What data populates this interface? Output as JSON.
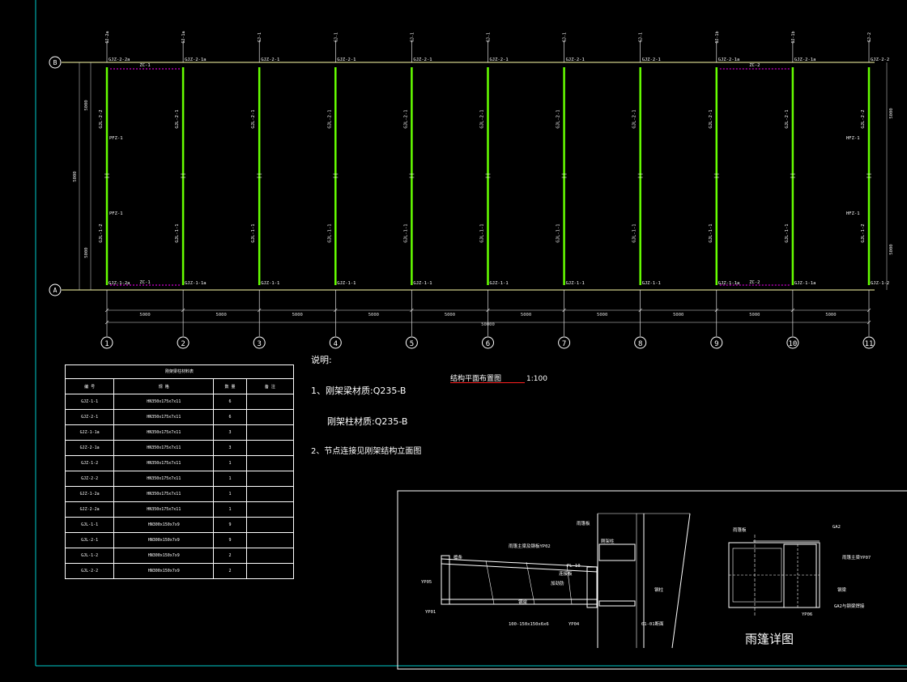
{
  "drawing": {
    "axis_rows": [
      "B",
      "A"
    ],
    "axis_cols": [
      "1",
      "2",
      "3",
      "4",
      "5",
      "6",
      "7",
      "8",
      "9",
      "10",
      "11"
    ],
    "top_col_labels": [
      "GJ-2a",
      "GJ-1a",
      "GJ-1",
      "GJ-1",
      "GJ-1",
      "GJ-1",
      "GJ-1",
      "GJ-1",
      "GJ-1b",
      "GJ-1b",
      "GJ-2"
    ],
    "top_beams": [
      "GJZ-2-2a",
      "GJZ-2-1a",
      "GJZ-2-1",
      "GJZ-2-1",
      "GJZ-2-1",
      "GJZ-2-1",
      "GJZ-2-1",
      "GJZ-2-1",
      "GJZ-2-1a",
      "GJZ-2-1a",
      "GJZ-2-2"
    ],
    "bottom_beams": [
      "GJZ-1-2a",
      "GJZ-1-1a",
      "GJZ-1-1",
      "GJZ-1-1",
      "GJZ-1-1",
      "GJZ-1-1",
      "GJZ-1-1",
      "GJZ-1-1",
      "GJZ-1-1a",
      "GJZ-1-1a",
      "GJZ-1-2"
    ],
    "upper_col_labels": [
      "GJL-2-2",
      "GJL-2-1",
      "GJL-2-1",
      "GJL-2-1",
      "GJL-2-1",
      "GJL-2-1",
      "GJL-2-1",
      "GJL-2-1",
      "GJL-2-1",
      "GJL-2-1",
      "GJL-2-2"
    ],
    "lower_col_labels": [
      "GJL-1-2",
      "GJL-1-1",
      "GJL-1-1",
      "GJL-1-1",
      "GJL-1-1",
      "GJL-1-1",
      "GJL-1-1",
      "GJL-1-1",
      "GJL-1-1",
      "GJL-1-1",
      "GJL-1-2"
    ],
    "brace_top": [
      "ZC-1",
      "ZC-2"
    ],
    "brace_bottom": [
      "ZC-1",
      "ZC-2"
    ],
    "side_left": [
      "PFZ-1",
      "PFZ-1"
    ],
    "side_right": [
      "HFZ-1",
      "HFZ-1"
    ],
    "bay_dims": [
      "5000",
      "5000",
      "5000",
      "5000",
      "5000",
      "5000",
      "5000",
      "5000",
      "5000",
      "5000"
    ],
    "total_dim": "50000",
    "left_dims": [
      "5000",
      "5000"
    ],
    "left_total": "5000",
    "right_dims": [
      "5000",
      "5000"
    ]
  },
  "plan_title": {
    "label": "结构平面布置图",
    "scale": "1:100"
  },
  "notes": {
    "heading": "说明:",
    "line1": "1、刚架梁材质:Q235-B",
    "line2": "刚架柱材质:Q235-B",
    "line3": "2、节点连接见刚架结构立面图"
  },
  "table": {
    "title": "刚架梁柱材料表",
    "headers": [
      "编 号",
      "规 格",
      "数 量",
      "备 注"
    ],
    "rows": [
      [
        "GJZ-1-1",
        "HN350x175x7x11",
        "6",
        ""
      ],
      [
        "GJZ-2-1",
        "HN350x175x7x11",
        "6",
        ""
      ],
      [
        "GJZ-1-1a",
        "HN350x175x7x11",
        "3",
        ""
      ],
      [
        "GJZ-2-1a",
        "HN350x175x7x11",
        "3",
        ""
      ],
      [
        "GJZ-1-2",
        "HN350x175x7x11",
        "1",
        ""
      ],
      [
        "GJZ-2-2",
        "HN350x175x7x11",
        "1",
        ""
      ],
      [
        "GJZ-1-2a",
        "HN350x175x7x11",
        "1",
        ""
      ],
      [
        "GJZ-2-2a",
        "HN350x175x7x11",
        "1",
        ""
      ],
      [
        "GJL-1-1",
        "HN300x150x7x9",
        "9",
        ""
      ],
      [
        "GJL-2-1",
        "HN300x150x7x9",
        "9",
        ""
      ],
      [
        "GJL-1-2",
        "HN300x150x7x9",
        "2",
        ""
      ],
      [
        "GJL-2-2",
        "HN300x150x7x9",
        "2",
        ""
      ]
    ]
  },
  "detail": {
    "labels_left": [
      "雨篷板",
      "雨篷主梁及钢板YP02",
      "檩条",
      "YP05",
      "YP01",
      "PL-10",
      "YP04",
      "100-150x150x6x6",
      "加劲肋",
      "钢柱",
      "钢梁",
      "连接板",
      "刚架柱",
      "01-01断面"
    ],
    "labels_right": [
      "雨篷板",
      "GA2",
      "雨篷主梁YP07",
      "钢梁",
      "YP06",
      "GA2与钢梁焊接"
    ],
    "caption_right": "雨篷详图"
  },
  "colors": {
    "grid": "#ffffff",
    "column": "#66ff00",
    "beam": "#ffffaa",
    "brace": "#ff00ff",
    "dim": "#dddddd",
    "frame": "#00cccc",
    "red": "#ff2020"
  }
}
